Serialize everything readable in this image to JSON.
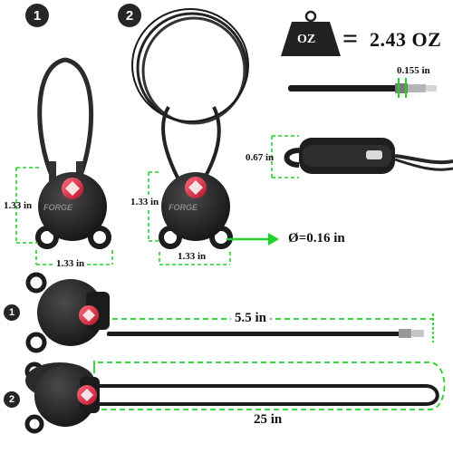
{
  "badges": {
    "one": "1",
    "two": "2"
  },
  "weight": {
    "weight_glyph": "OZ",
    "equals": "=",
    "value": "2.43 OZ"
  },
  "dimensions": {
    "cable_thickness": "0.155 in",
    "lock_depth": "0.67 in",
    "lock1_height": "1.33 in",
    "lock1_width": "1.33 in",
    "lock2_height": "1.33 in",
    "lock2_width": "1.33 in",
    "diameter": "Ø=0.16 in",
    "cable_short": "5.5 in",
    "cable_long": "25 in"
  },
  "brand": {
    "name": "FORGE"
  },
  "colors": {
    "accent_green": "#22d12a",
    "lock_body": "#1c1c1c",
    "tsa_red": "#d4213a"
  }
}
